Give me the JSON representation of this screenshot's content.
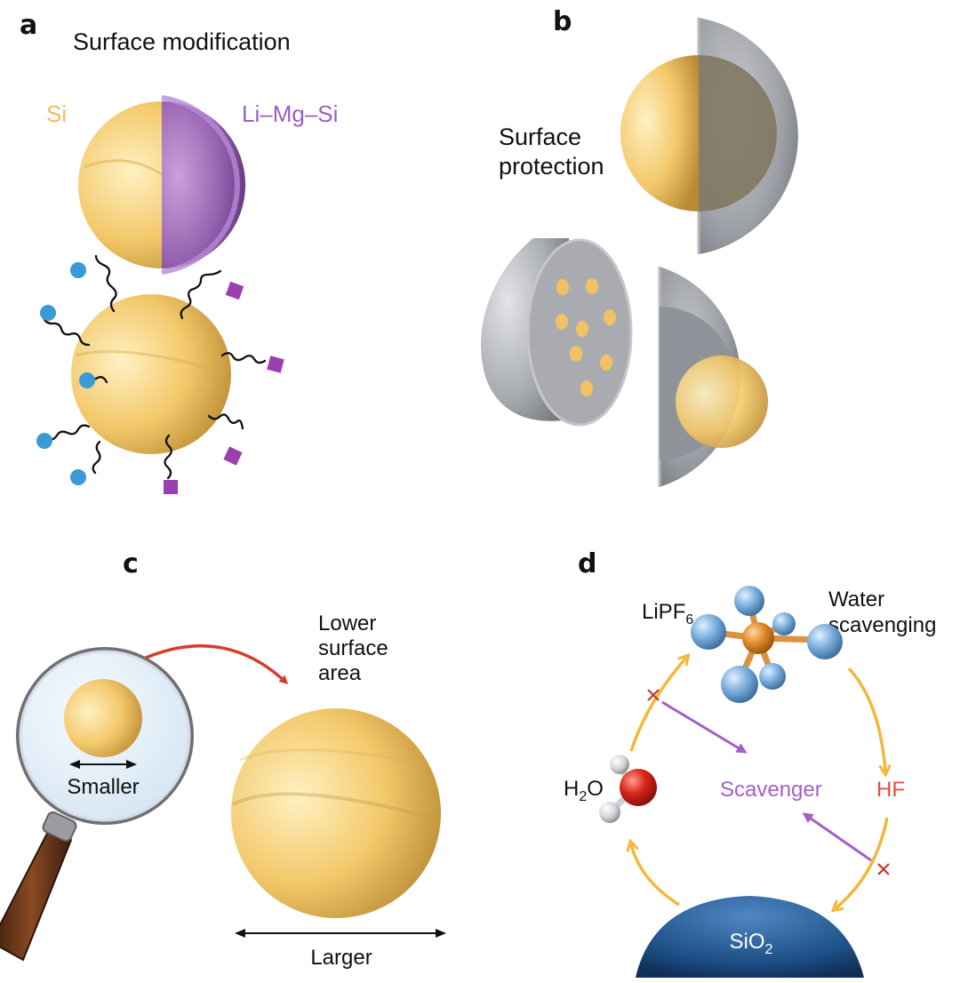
{
  "panels": {
    "a": {
      "letter": "a",
      "title": "Surface modification",
      "si_label": "Si",
      "alloy_label": "Li–Mg–Si"
    },
    "b": {
      "letter": "b",
      "label_line1": "Surface",
      "label_line2": "protection"
    },
    "c": {
      "letter": "c",
      "note_line1": "Lower",
      "note_line2": "surface",
      "note_line3": "area",
      "smaller_label": "Smaller",
      "larger_label": "Larger"
    },
    "d": {
      "letter": "d",
      "lipf6_main": "LiPF",
      "lipf6_sub": "6",
      "water_line1": "Water",
      "water_line2": "scavenging",
      "h2o_h": "H",
      "h2o_sub": "2",
      "h2o_o": "O",
      "scavenger_label": "Scavenger",
      "hf_label": "HF",
      "sio2_main": "SiO",
      "sio2_sub": "2"
    }
  },
  "colors": {
    "si_gold": "#f3c86a",
    "alloy_purple": "#9a5fc4",
    "shell_gray": "#8c8f95",
    "ligand_blue": "#3a9ad6",
    "ligand_purple": "#9a3fb0",
    "arrow_red": "#d2402e",
    "cycle_orange": "#f4b73a",
    "scavenger_purple": "#a560c6",
    "hf_red": "#e05040",
    "sio2_blue": "#1e4f86",
    "fluorine_blue": "#7fb1e0",
    "phosphorus_orange": "#e08b2a",
    "oxygen_red": "#d8261c"
  }
}
